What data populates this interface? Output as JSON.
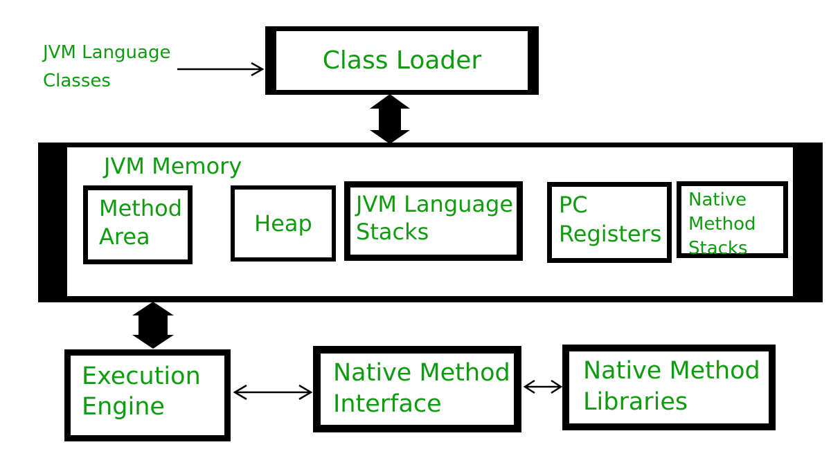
{
  "labels": {
    "input_classes": "JVM Language\nClasses"
  },
  "boxes": {
    "class_loader": "Class Loader",
    "jvm_memory": "JVM Memory",
    "method_area": "Method\nArea",
    "heap": "Heap",
    "jvm_language_stacks": "JVM Language\nStacks",
    "pc_registers": "PC\nRegisters",
    "native_method_stacks": "Native\nMethod\nStacks",
    "execution_engine": "Execution\nEngine",
    "native_method_interface": "Native Method\nInterface",
    "native_method_libraries": "Native Method\nLibraries"
  },
  "arrows": [
    {
      "name": "classes-to-class-loader",
      "type": "single-thin",
      "direction": "right"
    },
    {
      "name": "class-loader-jvm-memory",
      "type": "double-thick",
      "direction": "vertical"
    },
    {
      "name": "jvm-memory-execution-engine",
      "type": "double-thick",
      "direction": "vertical"
    },
    {
      "name": "execution-engine-native-method-interface",
      "type": "double-thin",
      "direction": "horizontal"
    },
    {
      "name": "native-method-interface-native-method-libraries",
      "type": "double-thin",
      "direction": "horizontal"
    }
  ],
  "colors": {
    "text_green": "#0f9b0f",
    "line_black": "#000000",
    "background": "#ffffff"
  }
}
